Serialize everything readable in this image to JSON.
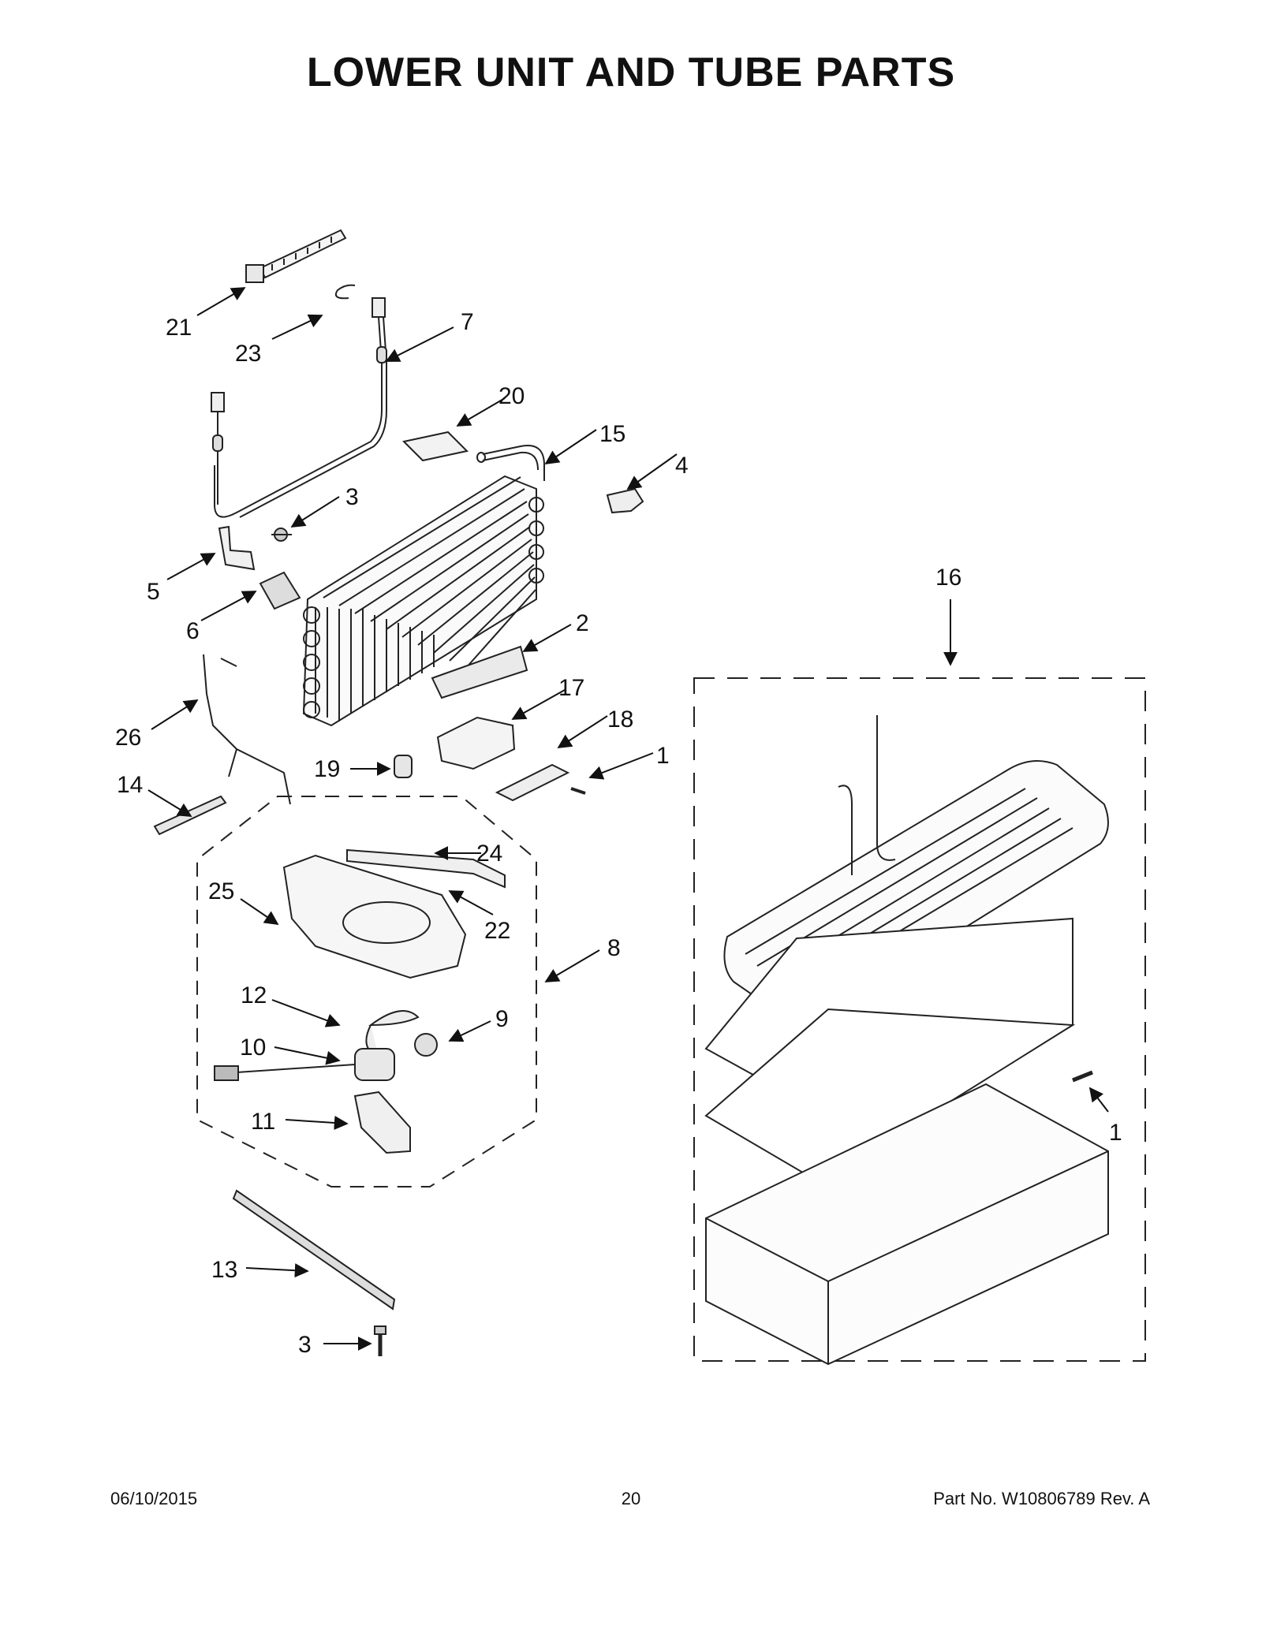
{
  "title": "LOWER UNIT AND TUBE PARTS",
  "callouts": [
    "21",
    "23",
    "7",
    "20",
    "15",
    "4",
    "3",
    "5",
    "6",
    "2",
    "17",
    "18",
    "1",
    "19",
    "26",
    "14",
    "24",
    "25",
    "22",
    "8",
    "12",
    "9",
    "10",
    "11",
    "13",
    "3",
    "16",
    "1"
  ],
  "footer": {
    "date": "06/10/2015",
    "page": "20",
    "part": "Part No.  W10806789  Rev.  A"
  }
}
